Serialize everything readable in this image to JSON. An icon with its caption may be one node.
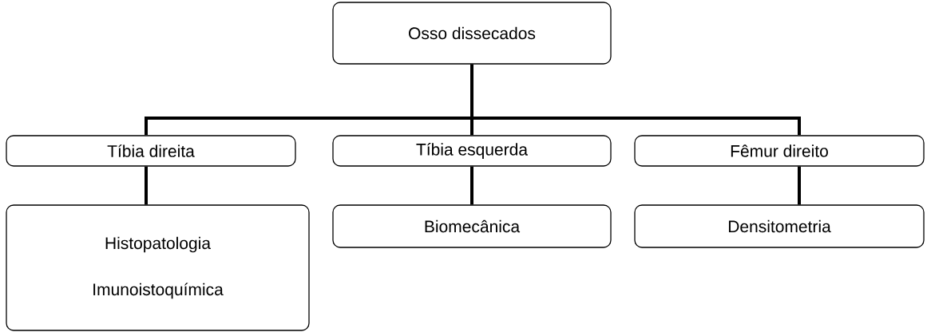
{
  "diagram": {
    "nodes": [
      {
        "text": [
          "Osso dissecados"
        ]
      },
      {
        "text": [
          "Tíbia direita"
        ]
      },
      {
        "text": [
          "Tíbia esquerda"
        ]
      },
      {
        "text": [
          "Fêmur direito"
        ]
      },
      {
        "text": [
          "Histopatologia",
          "Imunoistoquímica"
        ]
      },
      {
        "text": [
          "Biomecânica"
        ]
      },
      {
        "text": [
          "Densitometria"
        ]
      }
    ],
    "edges": [
      {
        "from": 0,
        "to": 1,
        "arrow": "none"
      },
      {
        "from": 0,
        "to": 2,
        "arrow": "none"
      },
      {
        "from": 0,
        "to": 3,
        "arrow": "none"
      },
      {
        "from": 1,
        "to": 4,
        "arrow": "none"
      },
      {
        "from": 2,
        "to": 5,
        "arrow": "none"
      },
      {
        "from": 3,
        "to": 6,
        "arrow": "none"
      }
    ]
  }
}
